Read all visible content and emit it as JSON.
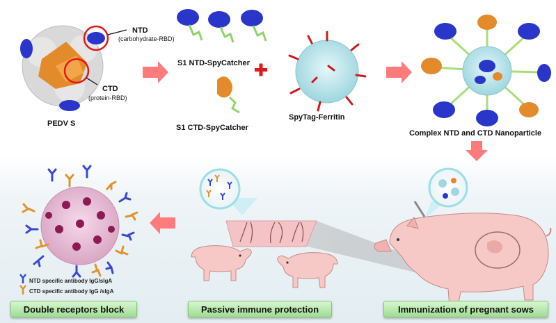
{
  "top": {
    "pedv_label": "PEDV S",
    "ntd_label": "NTD",
    "ntd_sub": "(carbohydrate-RBD)",
    "ctd_label": "CTD",
    "ctd_sub": "(protein-RBD)",
    "s1_ntd": "S1 NTD-SpyCatcher",
    "s1_ctd": "S1 CTD-SpyCatcher",
    "spytag": "SpyTag-Ferritin",
    "complex": "Complex NTD and CTD  Nanoparticle"
  },
  "legend": {
    "ntd_antibody": "NTD specific antibody IgG/sIgA",
    "ctd_antibody": "CTD specific antibody IgG /sIgA"
  },
  "bars": {
    "double_block": "Double receptors block",
    "passive": "Passive immune protection",
    "immunization": "Immunization of pregnant sows"
  },
  "colors": {
    "ntd_blue": "#2a36c9",
    "ctd_orange": "#e08a22",
    "ferritin": "#b8e4ea",
    "arrow_red": "#ff6b6b",
    "bar_green": "#aee6a2",
    "pig_pink": "#f6c9c6"
  }
}
